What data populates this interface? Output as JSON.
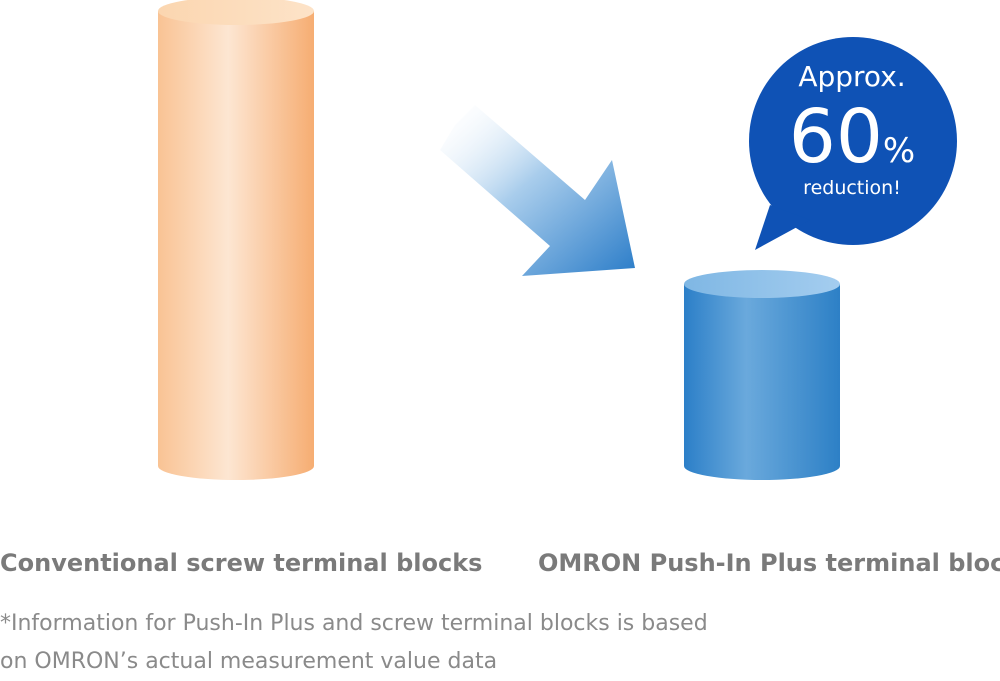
{
  "chart_data": {
    "type": "bar",
    "categories": [
      "Conventional screw terminal blocks",
      "OMRON Push-In Plus terminal block"
    ],
    "values": [
      100,
      40
    ],
    "ylim": [
      0,
      100
    ],
    "colors": [
      "#f7b57e",
      "#3c8ccd"
    ],
    "callout": {
      "line1": "Approx.",
      "number": "60",
      "unit": "%",
      "line3": "reduction!",
      "color": "#0f52b5"
    }
  },
  "footnote": {
    "line1": "*Information for Push-In Plus and screw terminal blocks is based",
    "line2": "on OMRON’s actual measurement value data"
  }
}
